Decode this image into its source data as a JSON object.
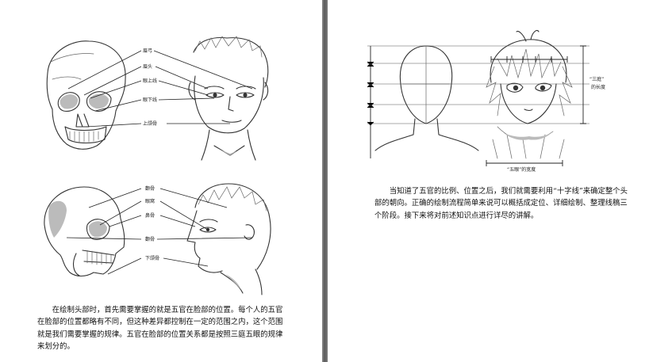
{
  "left_page": {
    "front_labels": [
      "眉弓",
      "眉头",
      "眼上线",
      "眼下线",
      "上颌骨"
    ],
    "side_labels": [
      "颧骨",
      "眼窝",
      "鼻骨",
      "颧骨",
      "下颌骨"
    ],
    "paragraph": "在绘制头部时，首先需要掌握的就是五官在脸部的位置。每个人的五官在脸部的位置都略有不同，但这种差异都控制在一定的范围之内，这个范围就是我们需要掌握的规律。五官在脸部的位置关系都是按照三庭五眼的规律来划分的。"
  },
  "right_page": {
    "label_three_court": "“三庭”",
    "label_head_length": "的长度",
    "label_five_eyes": "“五眼”的宽度",
    "paragraph": "当知道了五官的比例、位置之后，我们就需要利用“十字线”来确定整个头部的朝向。正确的绘制流程简单来说可以概括成定位、详细绘制、整理线稿三个阶段。接下来将对前述知识点进行详尽的讲解。"
  }
}
